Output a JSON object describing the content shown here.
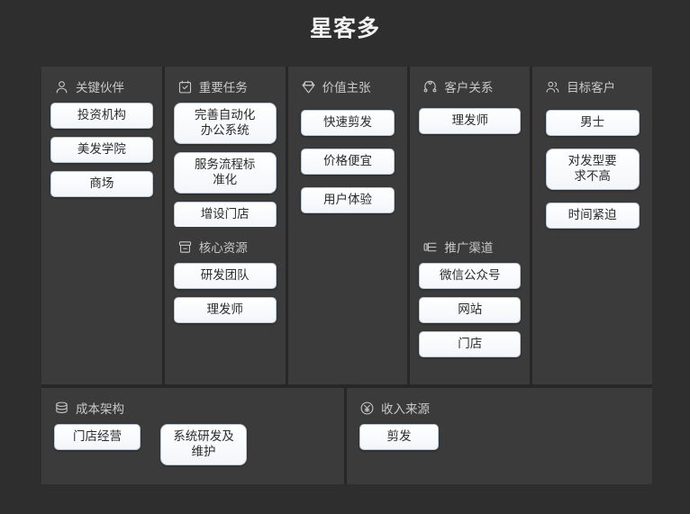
{
  "title": "星客多",
  "colors": {
    "page_background": "#2e2e2e",
    "panel_background": "#3b3b3b",
    "divider": "#272727",
    "heading_text": "#c9c9c9",
    "card_background": "#ffffff",
    "card_border": "#b9c6d4",
    "card_text": "#2b2b2b",
    "title_text": "#f2f2f2"
  },
  "blocks": {
    "key_partners": {
      "icon": "person-icon",
      "label": "关键伙伴",
      "items": [
        "投资机构",
        "美发学院",
        "商场"
      ]
    },
    "key_activities": {
      "icon": "calendar-check-icon",
      "label": "重要任务",
      "items": [
        "完善自动化\n办公系统",
        "服务流程标\n准化",
        "增设门店"
      ]
    },
    "key_resources": {
      "icon": "archive-box-icon",
      "label": "核心资源",
      "items": [
        "研发团队",
        "理发师"
      ]
    },
    "value_propositions": {
      "icon": "diamond-icon",
      "label": "价值主张",
      "items": [
        "快速剪发",
        "价格便宜",
        "用户体验"
      ]
    },
    "customer_relationships": {
      "icon": "relationship-nodes-icon",
      "label": "客户关系",
      "items": [
        "理发师"
      ]
    },
    "channels": {
      "icon": "megaphone-icon",
      "label": "推广渠道",
      "items": [
        "微信公众号",
        "网站",
        "门店"
      ]
    },
    "customer_segments": {
      "icon": "two-people-icon",
      "label": "目标客户",
      "items": [
        "男士",
        "对发型要\n求不高",
        "时间紧迫"
      ]
    },
    "cost_structure": {
      "icon": "database-stack-icon",
      "label": "成本架构",
      "items": [
        "门店经营",
        "系统研发及\n维护"
      ]
    },
    "revenue_streams": {
      "icon": "yen-circle-icon",
      "label": "收入来源",
      "items": [
        "剪发"
      ]
    }
  }
}
